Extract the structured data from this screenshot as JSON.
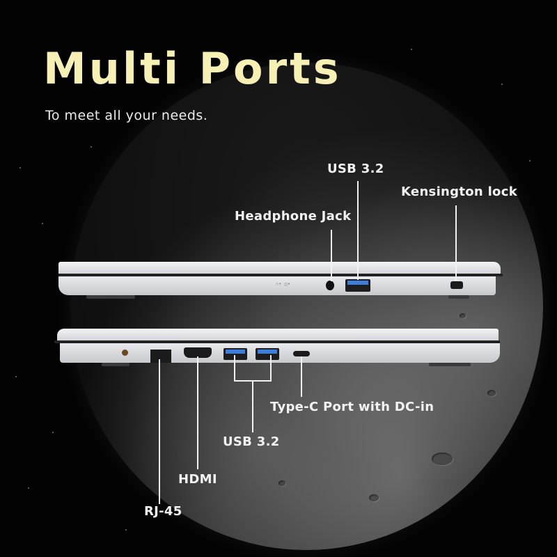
{
  "header": {
    "title": "Multi Ports",
    "subtitle": "To meet all your needs."
  },
  "right_side_ports": [
    {
      "id": "headphone",
      "label": "Headphone Jack"
    },
    {
      "id": "usb-right",
      "label": "USB 3.2"
    },
    {
      "id": "kensington",
      "label": "Kensington lock"
    }
  ],
  "left_side_ports": [
    {
      "id": "rj45",
      "label": "RJ-45"
    },
    {
      "id": "hdmi",
      "label": "HDMI"
    },
    {
      "id": "usb-left",
      "label": "USB 3.2"
    },
    {
      "id": "typec",
      "label": "Type-C Port with DC-in"
    }
  ],
  "colors": {
    "title": "#f6f0b4",
    "label": "#f2f2f2",
    "background": "#030303",
    "usb_accent": "#3d7fd8"
  }
}
